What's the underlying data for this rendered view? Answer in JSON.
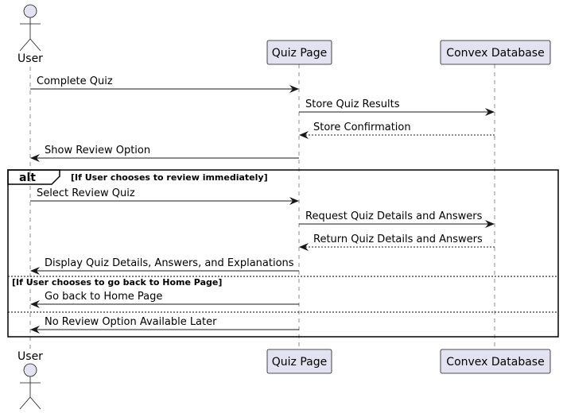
{
  "participants": [
    {
      "id": "user",
      "label": "User",
      "kind": "actor"
    },
    {
      "id": "quiz",
      "label": "Quiz Page",
      "kind": "box"
    },
    {
      "id": "db",
      "label": "Convex Database",
      "kind": "box"
    }
  ],
  "messages": [
    {
      "text": "Complete Quiz",
      "from": "user",
      "to": "quiz",
      "style": "solid"
    },
    {
      "text": "Store Quiz Results",
      "from": "quiz",
      "to": "db",
      "style": "solid"
    },
    {
      "text": "Store Confirmation",
      "from": "db",
      "to": "quiz",
      "style": "dashed"
    },
    {
      "text": "Show Review Option",
      "from": "quiz",
      "to": "user",
      "style": "solid"
    },
    {
      "text": "Select Review Quiz",
      "from": "user",
      "to": "quiz",
      "style": "solid"
    },
    {
      "text": "Request Quiz Details and Answers",
      "from": "quiz",
      "to": "db",
      "style": "solid"
    },
    {
      "text": "Return Quiz Details and Answers",
      "from": "db",
      "to": "quiz",
      "style": "dashed"
    },
    {
      "text": "Display Quiz Details, Answers, and Explanations",
      "from": "quiz",
      "to": "user",
      "style": "solid"
    },
    {
      "text": "Go back to Home Page",
      "from": "quiz",
      "to": "user",
      "style": "solid"
    },
    {
      "text": "No Review Option Available Later",
      "from": "quiz",
      "to": "user",
      "style": "solid"
    }
  ],
  "alt_frame": {
    "keyword": "alt",
    "guards": [
      "[If User chooses to review immediately]",
      "[If User chooses to go back to Home Page]"
    ]
  },
  "colors": {
    "participant_fill": "#E2E2F0",
    "participant_stroke": "#181818",
    "lifeline": "#181818",
    "line": "#181818"
  }
}
